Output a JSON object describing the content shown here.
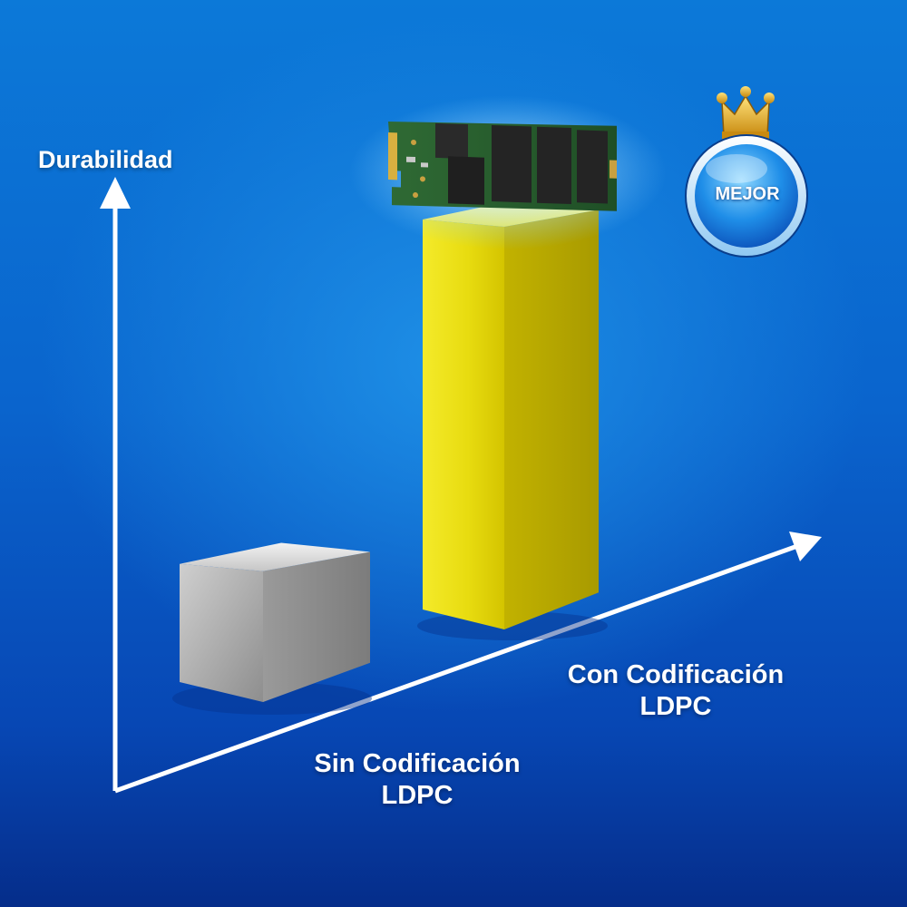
{
  "chart_data": {
    "type": "bar",
    "ylabel": "Durabilidad",
    "categories": [
      "Sin Codificación LDPC",
      "Con Codificación LDPC"
    ],
    "category_lines": [
      [
        "Sin Codificación",
        "LDPC"
      ],
      [
        "Con Codificación",
        "LDPC"
      ]
    ],
    "values": [
      1,
      3.3
    ],
    "bar_colors": [
      "#a8a8a8",
      "#e3d400"
    ],
    "grid": false,
    "legend": "none"
  },
  "badge": {
    "label": "MEJOR",
    "color": "#1a8ae8",
    "crown_color": "#e0b020"
  },
  "product_image": {
    "icon": "m2-ssd-module-icon"
  }
}
